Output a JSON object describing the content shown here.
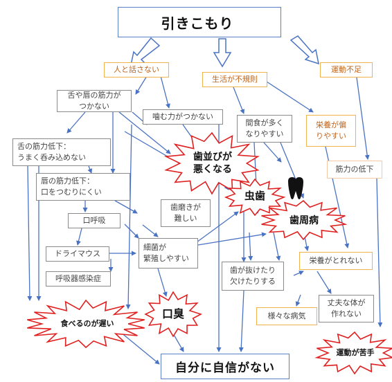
{
  "title": "引きこもり",
  "nodes": {
    "talk": "人と話さない",
    "irregular": "生活が不規則",
    "exercise": "運動不足",
    "tongue_lip_weak": "舌や唇の筋力が\nつかない",
    "chew_weak": "噛む力がつかない",
    "snacking": "間食が多く\nなりやすい",
    "nutrition_bias": "栄養が偏\nりやすい",
    "tongue_down": "舌の筋力低下：\nうまく呑み込めない",
    "lip_down": "唇の筋力低下：\n口をつむりにくい",
    "muscle_down": "筋力の低下",
    "brushing": "歯磨きが\n難しい",
    "mouth_breath": "口呼吸",
    "bacteria": "細菌が\n繁殖しやすい",
    "dry_mouth": "ドライマウス",
    "respiratory": "呼吸器感染症",
    "teeth_loss": "歯が抜けたり\n欠けたりする",
    "nutrition_lack": "栄養がとれない",
    "diseases": "様々な病気",
    "weak_body": "丈夫な体が\n作れない",
    "bottom": "自分に自信がない"
  },
  "bursts": {
    "misalign": "歯並びが\n悪くなる",
    "cavity": "虫歯",
    "periodontal": "歯周病",
    "slow_eating": "食べるのが遅い",
    "bad_breath": "口臭",
    "bad_at_sports": "運動が苦手"
  },
  "icons": [
    "house-icon",
    "bed-icon",
    "tongue-icon",
    "lips-icon",
    "tooth-icon",
    "toothbrush-icon"
  ],
  "colors": {
    "arrow": "#4a72c2",
    "burst_stroke": "#e02020",
    "blue_border": "#5b7fc4",
    "orange_border": "#f0b24a",
    "orange_text": "#c0651c"
  }
}
